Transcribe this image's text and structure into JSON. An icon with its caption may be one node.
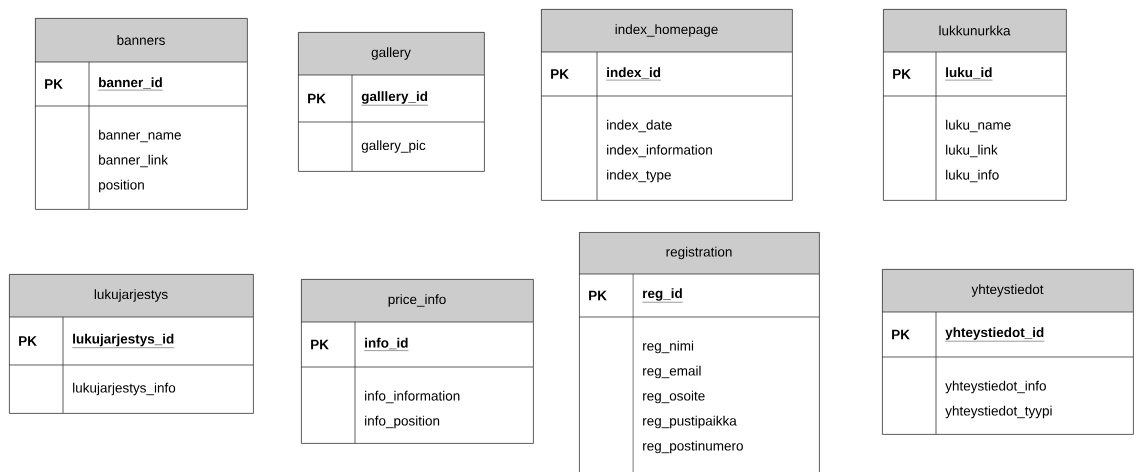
{
  "diagram": {
    "nodes": [
      {
        "text": [
          "banners",
          "PK",
          "banner_id",
          "banner_name",
          "banner_link",
          "position"
        ]
      },
      {
        "text": [
          "gallery",
          "PK",
          "galllery_id",
          "gallery_pic"
        ]
      },
      {
        "text": [
          "index_homepage",
          "PK",
          "index_id",
          "index_date",
          "index_information",
          "index_type"
        ]
      },
      {
        "text": [
          "lukkunurkka",
          "PK",
          "luku_id",
          "luku_name",
          "luku_link",
          "luku_info"
        ]
      },
      {
        "text": [
          "lukujarjestys",
          "PK",
          "lukujarjestys_id",
          "lukujarjestys_info"
        ]
      },
      {
        "text": [
          "price_info",
          "PK",
          "info_id",
          "info_information",
          "info_position"
        ]
      },
      {
        "text": [
          "registration",
          "PK",
          "reg_id",
          "reg_nimi",
          "reg_email",
          "reg_osoite",
          "reg_pustipaikka",
          "reg_postinumero"
        ]
      },
      {
        "text": [
          "yhteystiedot",
          "PK",
          "yhteystiedot_id",
          "yhteystiedot_info",
          "yhteystiedot_tyypi"
        ]
      }
    ]
  }
}
